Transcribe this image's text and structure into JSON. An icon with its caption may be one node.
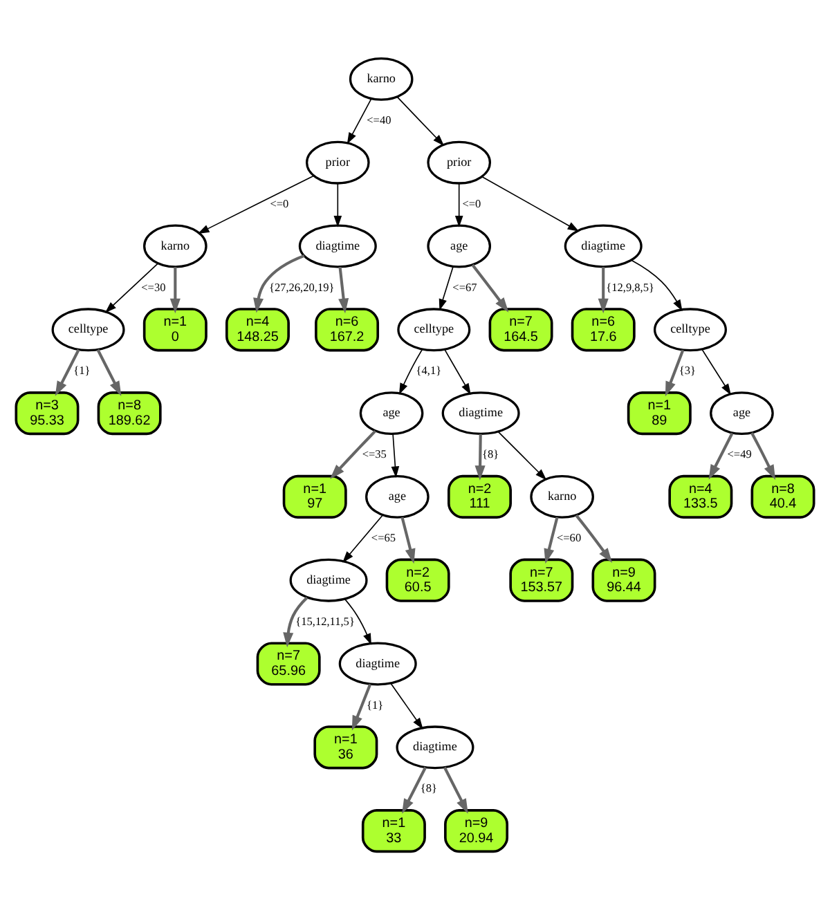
{
  "diagram": {
    "nodes": [
      {
        "text": [
          "karno"
        ]
      },
      {
        "text": [
          "prior"
        ]
      },
      {
        "text": [
          "prior"
        ]
      },
      {
        "text": [
          "karno"
        ]
      },
      {
        "text": [
          "diagtime"
        ]
      },
      {
        "text": [
          "age"
        ]
      },
      {
        "text": [
          "diagtime"
        ]
      },
      {
        "text": [
          "celltype"
        ]
      },
      {
        "text": [
          "n=1",
          "0"
        ]
      },
      {
        "text": [
          "n=4",
          "148.25"
        ]
      },
      {
        "text": [
          "n=6",
          "167.2"
        ]
      },
      {
        "text": [
          "celltype"
        ]
      },
      {
        "text": [
          "n=7",
          "164.5"
        ]
      },
      {
        "text": [
          "n=6",
          "17.6"
        ]
      },
      {
        "text": [
          "celltype"
        ]
      },
      {
        "text": [
          "n=3",
          "95.33"
        ]
      },
      {
        "text": [
          "n=8",
          "189.62"
        ]
      },
      {
        "text": [
          "age"
        ]
      },
      {
        "text": [
          "diagtime"
        ]
      },
      {
        "text": [
          "n=1",
          "89"
        ]
      },
      {
        "text": [
          "age"
        ]
      },
      {
        "text": [
          "n=1",
          "97"
        ]
      },
      {
        "text": [
          "age"
        ]
      },
      {
        "text": [
          "n=2",
          "111"
        ]
      },
      {
        "text": [
          "karno"
        ]
      },
      {
        "text": [
          "n=4",
          "133.5"
        ]
      },
      {
        "text": [
          "n=8",
          "40.4"
        ]
      },
      {
        "text": [
          "diagtime"
        ]
      },
      {
        "text": [
          "n=2",
          "60.5"
        ]
      },
      {
        "text": [
          "n=7",
          "153.57"
        ]
      },
      {
        "text": [
          "n=9",
          "96.44"
        ]
      },
      {
        "text": [
          "n=7",
          "65.96"
        ]
      },
      {
        "text": [
          "diagtime"
        ]
      },
      {
        "text": [
          "n=1",
          "36"
        ]
      },
      {
        "text": [
          "diagtime"
        ]
      },
      {
        "text": [
          "n=1",
          "33"
        ]
      },
      {
        "text": [
          "n=9",
          "20.94"
        ]
      }
    ],
    "edges": [
      {
        "from": 0,
        "to": 1,
        "arrow": "to",
        "label": "<=40",
        "color": "#000000"
      },
      {
        "from": 0,
        "to": 2,
        "arrow": "to",
        "color": "#000000"
      },
      {
        "from": 1,
        "to": 3,
        "arrow": "to",
        "label": "<=0",
        "color": "#000000"
      },
      {
        "from": 1,
        "to": 4,
        "arrow": "to",
        "color": "#000000"
      },
      {
        "from": 2,
        "to": 5,
        "arrow": "to",
        "label": "<=0",
        "color": "#000000"
      },
      {
        "from": 2,
        "to": 6,
        "arrow": "to",
        "color": "#000000"
      },
      {
        "from": 3,
        "to": 7,
        "arrow": "to",
        "label": "<=30",
        "color": "#000000"
      },
      {
        "from": 3,
        "to": 8,
        "arrow": "to"
      },
      {
        "from": 4,
        "to": 9,
        "arrow": "to",
        "label": "{27,26,20,19}"
      },
      {
        "from": 4,
        "to": 10,
        "arrow": "to"
      },
      {
        "from": 5,
        "to": 11,
        "arrow": "to",
        "label": "<=67",
        "color": "#000000"
      },
      {
        "from": 5,
        "to": 12,
        "arrow": "to"
      },
      {
        "from": 6,
        "to": 13,
        "arrow": "to",
        "label": "{12,9,8,5}"
      },
      {
        "from": 6,
        "to": 14,
        "arrow": "to",
        "color": "#000000"
      },
      {
        "from": 7,
        "to": 15,
        "arrow": "to",
        "label": "{1}"
      },
      {
        "from": 7,
        "to": 16,
        "arrow": "to"
      },
      {
        "from": 11,
        "to": 17,
        "arrow": "to",
        "label": "{4,1}",
        "color": "#000000"
      },
      {
        "from": 11,
        "to": 18,
        "arrow": "to",
        "color": "#000000"
      },
      {
        "from": 14,
        "to": 19,
        "arrow": "to",
        "label": "{3}"
      },
      {
        "from": 14,
        "to": 20,
        "arrow": "to",
        "color": "#000000"
      },
      {
        "from": 17,
        "to": 21,
        "arrow": "to",
        "label": "<=35"
      },
      {
        "from": 17,
        "to": 22,
        "arrow": "to",
        "color": "#000000"
      },
      {
        "from": 18,
        "to": 23,
        "arrow": "to",
        "label": "{8}"
      },
      {
        "from": 18,
        "to": 24,
        "arrow": "to",
        "color": "#000000"
      },
      {
        "from": 20,
        "to": 25,
        "arrow": "to",
        "label": "<=49"
      },
      {
        "from": 20,
        "to": 26,
        "arrow": "to"
      },
      {
        "from": 22,
        "to": 27,
        "arrow": "to",
        "label": "<=65",
        "color": "#000000"
      },
      {
        "from": 22,
        "to": 28,
        "arrow": "to"
      },
      {
        "from": 24,
        "to": 29,
        "arrow": "to",
        "label": "<=60"
      },
      {
        "from": 24,
        "to": 30,
        "arrow": "to"
      },
      {
        "from": 27,
        "to": 31,
        "arrow": "to",
        "label": "{15,12,11,5}"
      },
      {
        "from": 27,
        "to": 32,
        "arrow": "to",
        "color": "#000000"
      },
      {
        "from": 32,
        "to": 33,
        "arrow": "to",
        "label": "{1}"
      },
      {
        "from": 32,
        "to": 34,
        "arrow": "to",
        "color": "#000000"
      },
      {
        "from": 34,
        "to": 35,
        "arrow": "to",
        "label": "{8}"
      },
      {
        "from": 34,
        "to": 36,
        "arrow": "to"
      }
    ]
  }
}
